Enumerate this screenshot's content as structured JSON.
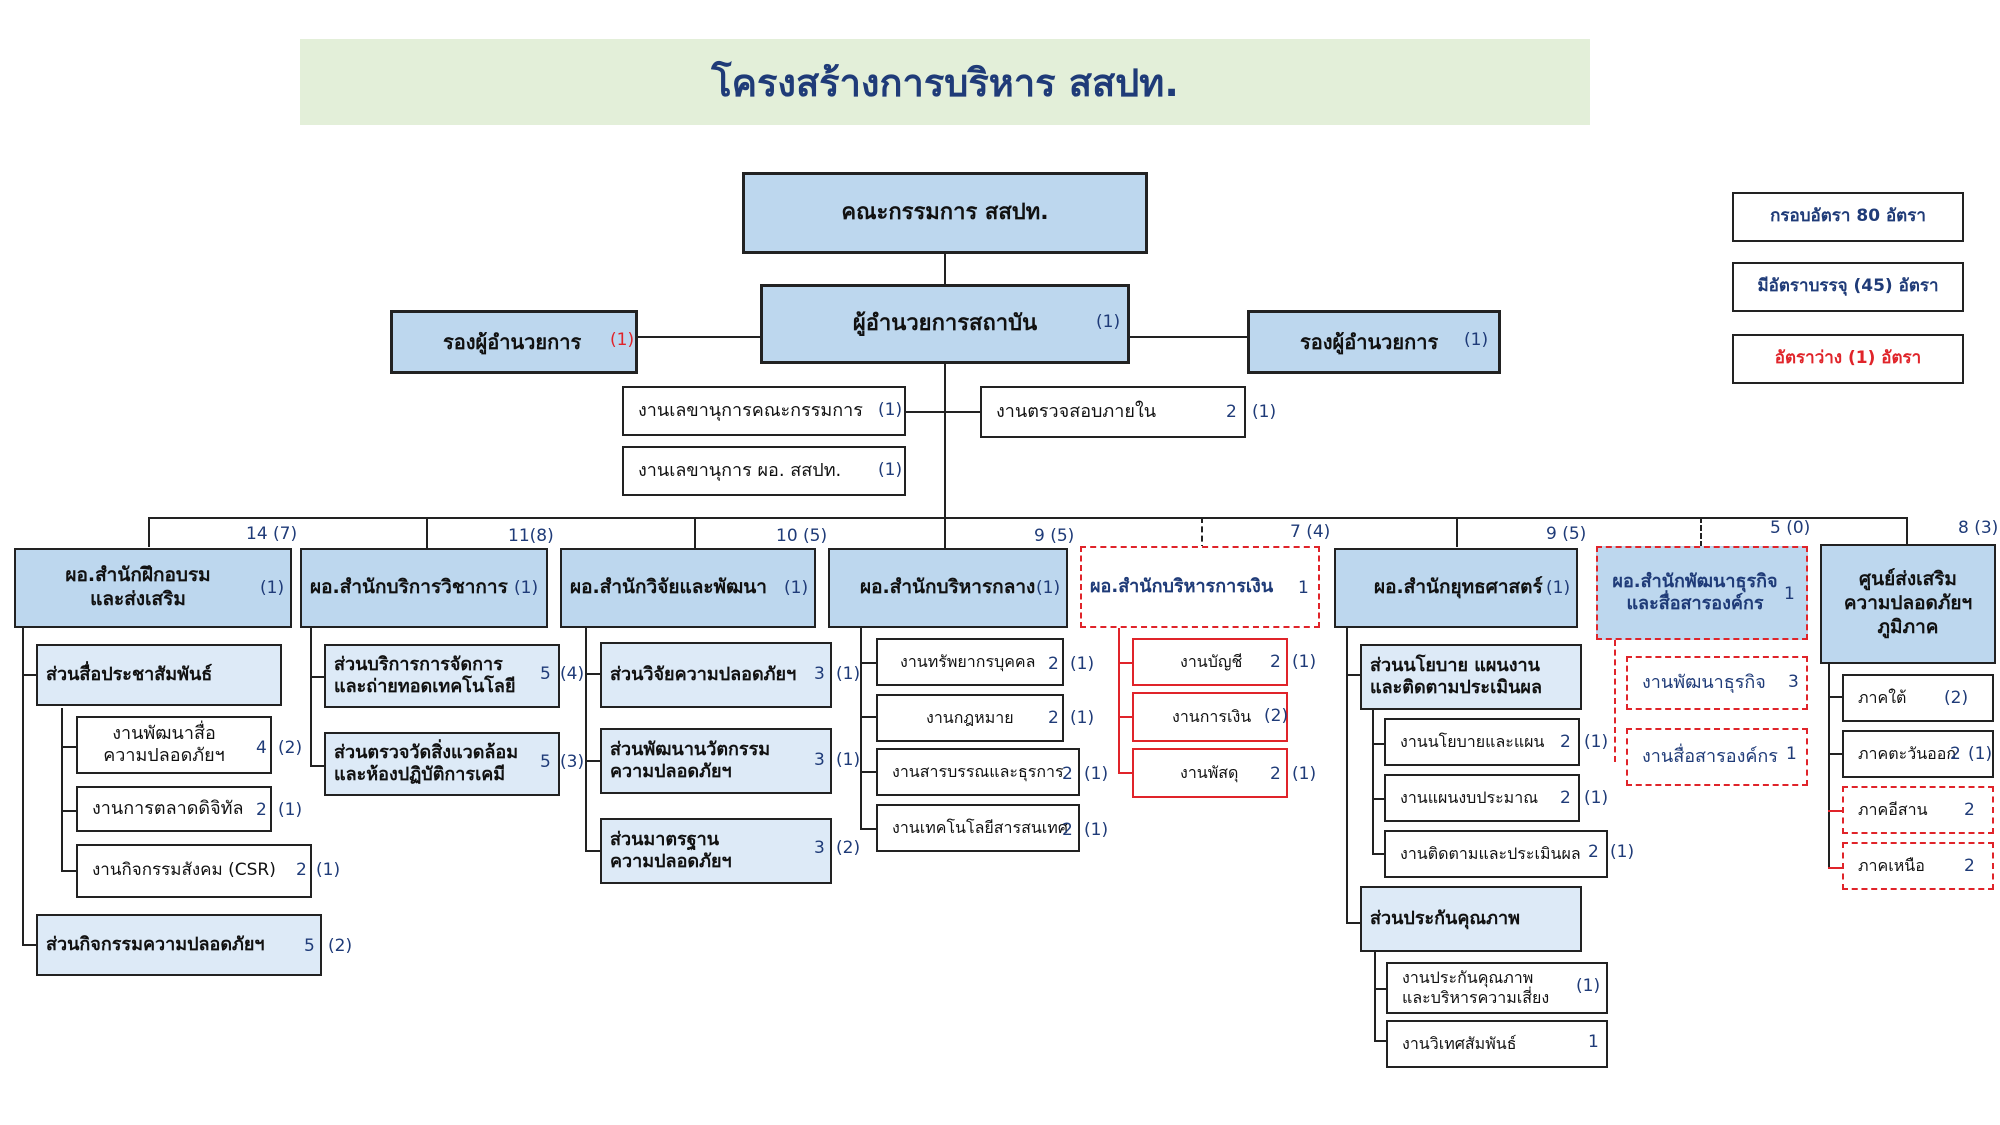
{
  "title": "โครงสร้างการบริหาร สสปท.",
  "board": "คณะกรรมการ สสปท.",
  "director": {
    "label": "ผู้อำนวยการสถาบัน",
    "count": "(1)"
  },
  "deputy_left": {
    "label": "รองผู้อำนวยการ",
    "count": "(1)"
  },
  "deputy_right": {
    "label": "รองผู้อำนวยการ",
    "count": "(1)"
  },
  "staff_units": [
    {
      "label": "งานเลขานุการคณะกรรมการ",
      "count": "(1)"
    },
    {
      "label": "งานตรวจสอบภายใน",
      "count": "2",
      "extra": "(1)"
    },
    {
      "label": "งานเลขานุการ ผอ. สสปท.",
      "count": "(1)"
    }
  ],
  "legend": [
    {
      "label": "กรอบอัตรา 80 อัตรา"
    },
    {
      "label": "มีอัตราบรรจุ (45) อัตรา"
    },
    {
      "label": "อัตราว่าง (1) อัตรา"
    }
  ],
  "directorates": [
    {
      "label": "ผอ.สำนักฝึกอบรม\nและส่งเสริม",
      "count": "(1)",
      "total": "14 (7)"
    },
    {
      "label": "ผอ.สำนักบริการวิชาการ",
      "count": "(1)",
      "total": "11(8)"
    },
    {
      "label": "ผอ.สำนักวิจัยและพัฒนา",
      "count": "(1)",
      "total": "10 (5)"
    },
    {
      "label": "ผอ.สำนักบริหารกลาง",
      "count": "(1)",
      "total": "9 (5)"
    },
    {
      "label": "ผอ.สำนักบริหารการเงิน",
      "count": "1",
      "total": "7 (4)"
    },
    {
      "label": "ผอ.สำนักยุทธศาสตร์",
      "count": "(1)",
      "total": "9 (5)"
    },
    {
      "label": "ผอ.สำนักพัฒนาธุรกิจ\nและสื่อสารองค์กร",
      "count": "1",
      "total": "5 (0)"
    },
    {
      "label": "ศูนย์ส่งเสริม\nความปลอดภัยฯ\nภูมิภาค",
      "count": "",
      "total": "8 (3)"
    }
  ],
  "col1": {
    "sec1": "ส่วนสื่อประชาสัมพันธ์",
    "units": [
      {
        "label": "งานพัฒนาสื่อ\nความปลอดภัยฯ",
        "count": "4",
        "extra": "(2)"
      },
      {
        "label": "งานการตลาดดิจิทัล",
        "count": "2",
        "extra": "(1)"
      },
      {
        "label": "งานกิจกรรมสังคม (CSR)",
        "count": "2",
        "extra": "(1)"
      }
    ],
    "sec2": {
      "label": "ส่วนกิจกรรมความปลอดภัยฯ",
      "count": "5",
      "extra": "(2)"
    }
  },
  "col2": [
    {
      "label": "ส่วนบริการการจัดการ\nและถ่ายทอดเทคโนโลยี",
      "count": "5",
      "extra": "(4)"
    },
    {
      "label": "ส่วนตรวจวัดสิ่งแวดล้อม\nและห้องปฏิบัติการเคมี",
      "count": "5",
      "extra": "(3)"
    }
  ],
  "col3": [
    {
      "label": "ส่วนวิจัยความปลอดภัยฯ",
      "count": "3",
      "extra": "(1)"
    },
    {
      "label": "ส่วนพัฒนานวัตกรรม\nความปลอดภัยฯ",
      "count": "3",
      "extra": "(1)"
    },
    {
      "label": "ส่วนมาตรฐาน\nความปลอดภัยฯ",
      "count": "3",
      "extra": "(2)"
    }
  ],
  "col4": [
    {
      "label": "งานทรัพยากรบุคคล",
      "count": "2",
      "extra": "(1)"
    },
    {
      "label": "งานกฎหมาย",
      "count": "2",
      "extra": "(1)"
    },
    {
      "label": "งานสารบรรณและธุรการ",
      "count": "2",
      "extra": "(1)"
    },
    {
      "label": "งานเทคโนโลยีสารสนเทศ",
      "count": "2",
      "extra": "(1)"
    }
  ],
  "col5": [
    {
      "label": "งานบัญชี",
      "count": "2",
      "extra": "(1)"
    },
    {
      "label": "งานการเงิน",
      "count": "(2)",
      "extra": ""
    },
    {
      "label": "งานพัสดุ",
      "count": "2",
      "extra": "(1)"
    }
  ],
  "col6": {
    "sec1": "ส่วนนโยบาย แผนงาน\nและติดตามประเมินผล",
    "units1": [
      {
        "label": "งานนโยบายและแผน",
        "count": "2",
        "extra": "(1)"
      },
      {
        "label": "งานแผนงบประมาณ",
        "count": "2",
        "extra": "(1)"
      },
      {
        "label": "งานติดตามและประเมินผล",
        "count": "2",
        "extra": "(1)"
      }
    ],
    "sec2": "ส่วนประกันคุณภาพ",
    "units2": [
      {
        "label": "งานประกันคุณภาพ\nและบริหารความเสี่ยง",
        "count": "(1)"
      },
      {
        "label": "งานวิเทศสัมพันธ์",
        "count": "1"
      }
    ]
  },
  "col7": [
    {
      "label": "งานพัฒนาธุรกิจ",
      "count": "3"
    },
    {
      "label": "งานสื่อสารองค์กร",
      "count": "1"
    }
  ],
  "col8": [
    {
      "label": "ภาคใต้",
      "count": "(2)"
    },
    {
      "label": "ภาคตะวันออก",
      "count": "2",
      "extra": "(1)"
    },
    {
      "label": "ภาคอีสาน",
      "count": "2"
    },
    {
      "label": "ภาคเหนือ",
      "count": "2"
    }
  ]
}
